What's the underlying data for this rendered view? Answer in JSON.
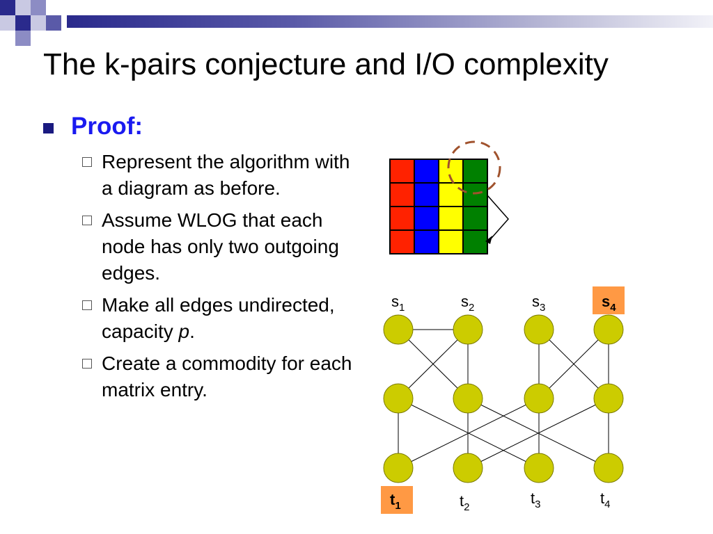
{
  "slide": {
    "title": "The k-pairs conjecture and I/O complexity",
    "heading": "Proof:",
    "items": [
      {
        "text": "Represent the algorithm with a diagram as before."
      },
      {
        "text": "Assume WLOG that each node has only two outgoing edges."
      },
      {
        "text_before": "Make all edges undirected, capacity ",
        "text_italic": "p",
        "text_after": "."
      },
      {
        "text": "Create a commodity for each matrix entry."
      }
    ]
  },
  "matrix": {
    "rows": 4,
    "columns": [
      "#ff2200",
      "#0000ff",
      "#ffff00",
      "#008000"
    ],
    "highlight_circle_color": "#a0522d"
  },
  "graph": {
    "node_color": "#cccc00",
    "highlight_label_bg": "#ff9944",
    "sources": [
      {
        "base": "s",
        "sub": "1",
        "highlight": false
      },
      {
        "base": "s",
        "sub": "2",
        "highlight": false
      },
      {
        "base": "s",
        "sub": "3",
        "highlight": false
      },
      {
        "base": "s",
        "sub": "4",
        "highlight": true
      }
    ],
    "sinks": [
      {
        "base": "t",
        "sub": "1",
        "highlight": true
      },
      {
        "base": "t",
        "sub": "2",
        "highlight": false
      },
      {
        "base": "t",
        "sub": "3",
        "highlight": false
      },
      {
        "base": "t",
        "sub": "4",
        "highlight": false
      }
    ]
  }
}
